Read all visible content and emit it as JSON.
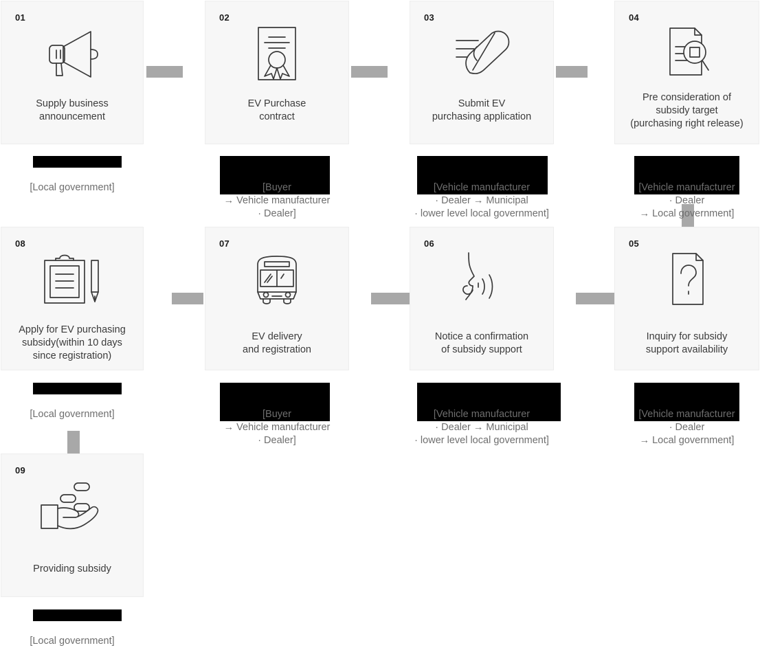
{
  "diagram": {
    "title": "EV purchase subsidy process flow",
    "accent_color": "#a8a8a8",
    "card_bg": "#f7f7f7",
    "redaction_color": "#000000",
    "caption_text_color": "#6e6e6e"
  },
  "steps": [
    {
      "number": "01",
      "icon": "megaphone-icon",
      "title": "Supply business\nannouncement",
      "caption": "[Local government]"
    },
    {
      "number": "02",
      "icon": "contract-certificate-icon",
      "title": "EV Purchase\ncontract",
      "caption": "[Buyer\n→ Vehicle manufacturer\n· Dealer]"
    },
    {
      "number": "03",
      "icon": "send-application-icon",
      "title": "Submit EV\npurchasing application",
      "caption": "[Vehicle manufacturer\n· Dealer → Municipal\n· lower level local government]"
    },
    {
      "number": "04",
      "icon": "document-magnifier-icon",
      "title": "Pre consideration of\nsubsidy target\n(purchasing right release)",
      "caption": "[Vehicle manufacturer\n· Dealer\n→ Local government]"
    },
    {
      "number": "05",
      "icon": "document-question-icon",
      "title": "Inquiry for subsidy\nsupport availability",
      "caption": "[Vehicle manufacturer\n· Dealer\n→ Local government]"
    },
    {
      "number": "06",
      "icon": "speaking-notice-icon",
      "title": "Notice a confirmation\nof subsidy support",
      "caption": "[Vehicle manufacturer\n· Dealer → Municipal\n· lower level local government]"
    },
    {
      "number": "07",
      "icon": "bus-icon",
      "title": "EV delivery\nand registration",
      "caption": "[Buyer\n→ Vehicle manufacturer\n· Dealer]"
    },
    {
      "number": "08",
      "icon": "clipboard-pencil-icon",
      "title": "Apply for EV purchasing\nsubsidy(within 10 days\nsince registration)",
      "caption": "[Local government]"
    },
    {
      "number": "09",
      "icon": "hand-coins-icon",
      "title": "Providing subsidy",
      "caption": "[Local government]"
    }
  ],
  "connectors": [
    {
      "name": "connector-01-to-02",
      "direction": "right"
    },
    {
      "name": "connector-02-to-03",
      "direction": "right"
    },
    {
      "name": "connector-03-to-04",
      "direction": "right"
    },
    {
      "name": "connector-04-to-05",
      "direction": "down"
    },
    {
      "name": "connector-05-to-06",
      "direction": "left"
    },
    {
      "name": "connector-06-to-07",
      "direction": "left"
    },
    {
      "name": "connector-07-to-08",
      "direction": "left"
    },
    {
      "name": "connector-08-to-09",
      "direction": "down"
    }
  ]
}
